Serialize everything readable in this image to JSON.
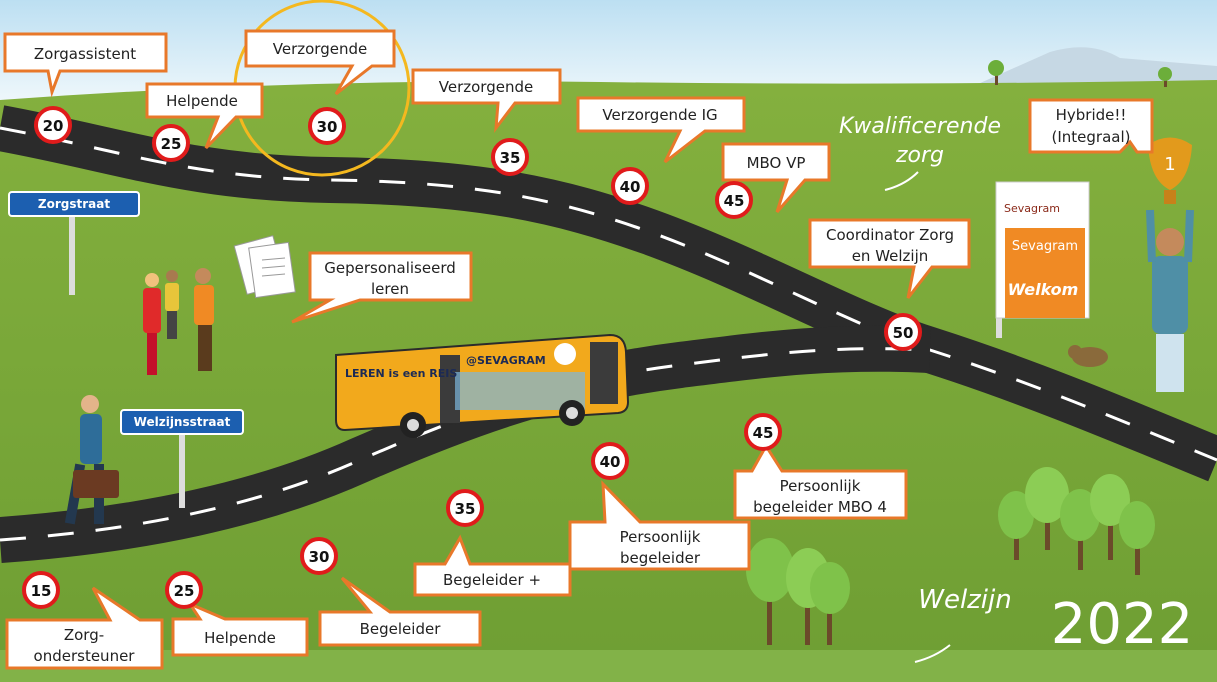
{
  "signs": {
    "zorgstraat": "Zorgstraat",
    "welzijnsstraat": "Welzijnsstraat"
  },
  "callouts": {
    "zorgassistent": "Zorgassistent",
    "verzorgende_circled": "Verzorgende",
    "helpende_top": "Helpende",
    "verzorgende": "Verzorgende",
    "verzorgende_ig": "Verzorgende IG",
    "mbo_vp": "MBO VP",
    "hybride_1": "Hybride!!",
    "hybride_2": "(Integraal)",
    "coordinator_1": "Coordinator Zorg",
    "coordinator_2": "en Welzijn",
    "gepersonaliseerd_1": "Gepersonaliseerd",
    "gepersonaliseerd_2": "leren",
    "persoonlijk_mbo4_1": "Persoonlijk",
    "persoonlijk_mbo4_2": "begeleider MBO 4",
    "persoonlijk_1": "Persoonlijk",
    "persoonlijk_2": "begeleider",
    "begeleider_plus": "Begeleider +",
    "begeleider": "Begeleider",
    "helpende_bottom": "Helpende",
    "zorgondersteuner_1": "Zorg-",
    "zorgondersteuner_2": "ondersteuner"
  },
  "speed": {
    "s20": "20",
    "s25a": "25",
    "s30a": "30",
    "s35a": "35",
    "s40a": "40",
    "s45a": "45",
    "s50": "50",
    "s45b": "45",
    "s40b": "40",
    "s35b": "35",
    "s30b": "30",
    "s25b": "25",
    "s15": "15"
  },
  "labels": {
    "kwalificerende_1": "Kwalificerende",
    "kwalificerende_2": "zorg",
    "welzijn": "Welzijn",
    "year": "2022",
    "bus_left": "LEREN is een REIS",
    "bus_right": "@SEVAGRAM",
    "sevagram_logo": "Sevagram",
    "sevagram_panel": "Sevagram",
    "welkom": "Welkom",
    "trophy_number": "1"
  },
  "colors": {
    "accent_orange": "#e8782a",
    "speed_red": "#e01b1b",
    "sign_blue": "#1c5fb0",
    "road": "#2b2b2b",
    "grass": "#7aa83a",
    "sky": "#cfe6f3",
    "bus": "#f2a91c",
    "highlight_circle": "#f4b81f"
  }
}
